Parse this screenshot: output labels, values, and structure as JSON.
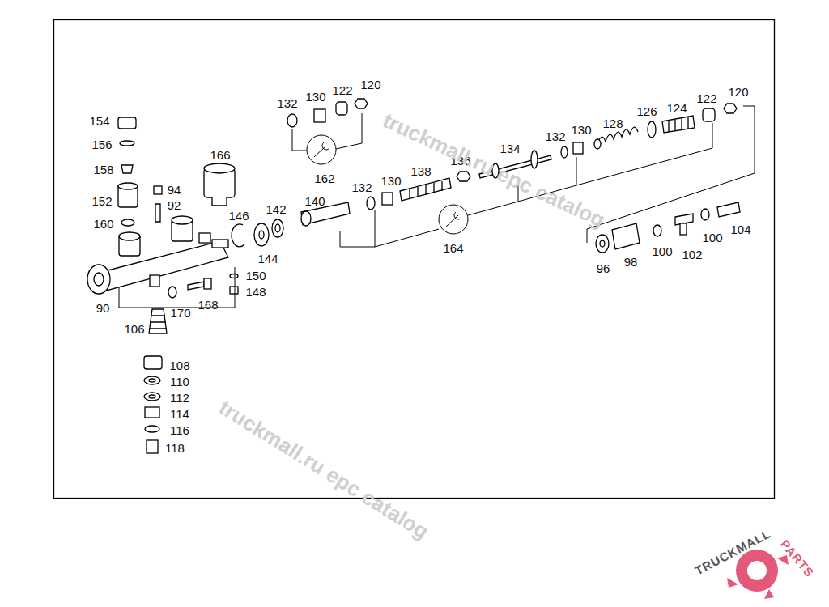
{
  "diagram": {
    "labels": [
      "154",
      "156",
      "158",
      "166",
      "94",
      "92",
      "152",
      "160",
      "146",
      "142",
      "144",
      "150",
      "148",
      "168",
      "90",
      "170",
      "106",
      "108",
      "110",
      "112",
      "114",
      "116",
      "118",
      "132",
      "130",
      "122",
      "120",
      "162",
      "140",
      "132",
      "130",
      "138",
      "136",
      "134",
      "164",
      "132",
      "130",
      "128",
      "126",
      "124",
      "122",
      "120",
      "96",
      "98",
      "100",
      "102",
      "100",
      "104",
      "truckmall.ru epc catalog",
      "truckmall.ru epc catalog",
      "TRUCKMALL",
      "PARTS"
    ]
  }
}
